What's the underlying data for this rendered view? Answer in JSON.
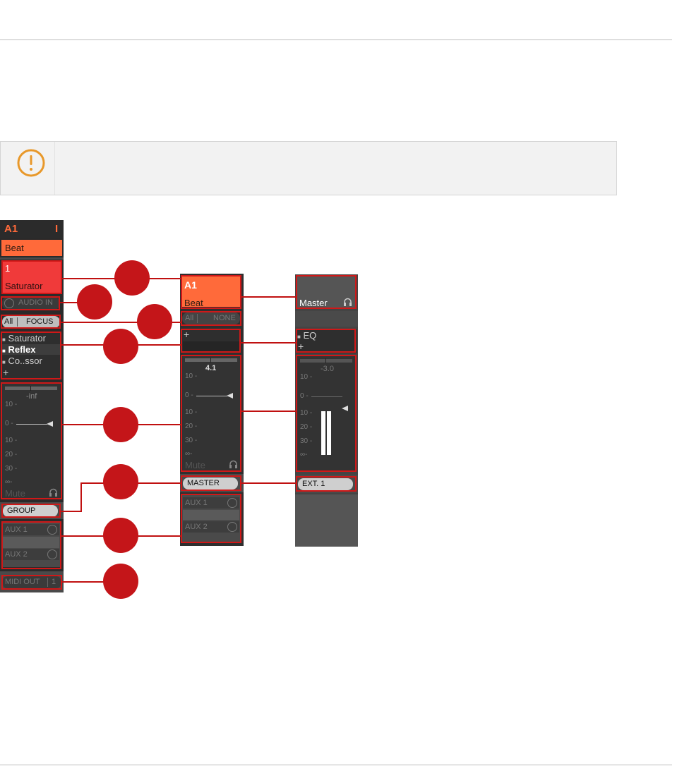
{
  "left_strip": {
    "title": "A1",
    "title_marker": "I",
    "group_name": "Beat",
    "sound_number": "1",
    "sound_name": "Saturator",
    "audio_in_label": "AUDIO IN",
    "scope_all": "All",
    "scope_focus": "FOCUS",
    "plugins": [
      "Saturator",
      "Reflex",
      "Co..ssor"
    ],
    "add_glyph": "+",
    "meter_value": "-inf",
    "scale_ticks": [
      "10 -",
      "0 -",
      "10 -",
      "20 -",
      "30 -",
      "∞-"
    ],
    "mute_label": "Mute",
    "output_label": "GROUP",
    "aux1_label": "AUX 1",
    "aux2_label": "AUX 2",
    "midi_out_label": "MIDI OUT",
    "midi_out_value": "1"
  },
  "middle_strip": {
    "title": "A1",
    "name": "Beat",
    "scope_all": "All",
    "scope_none": "NONE",
    "add_glyph": "+",
    "meter_value": "4.1",
    "scale_ticks": [
      "10 -",
      "0 -",
      "10 -",
      "20 -",
      "30 -",
      "∞-"
    ],
    "mute_label": "Mute",
    "output_label": "MASTER",
    "aux1_label": "AUX 1",
    "aux2_label": "AUX 2"
  },
  "right_strip": {
    "title": "Master",
    "plugins": [
      "EQ"
    ],
    "add_glyph": "+",
    "meter_value": "-3.0",
    "scale_ticks": [
      "10 -",
      "0 -",
      "10 -",
      "20 -",
      "30 -",
      "∞-"
    ],
    "output_label": "EXT. 1"
  },
  "colors": {
    "accent_orange": "#ff6a3a",
    "selected_red": "#f03a3a",
    "callout_red": "#c41519",
    "warning_orange": "#e8982a"
  },
  "icons": {
    "note": "exclamation-circle-icon",
    "headphones": "headphones-icon",
    "knob": "knob-icon",
    "pointer": "triangle-left-icon"
  }
}
